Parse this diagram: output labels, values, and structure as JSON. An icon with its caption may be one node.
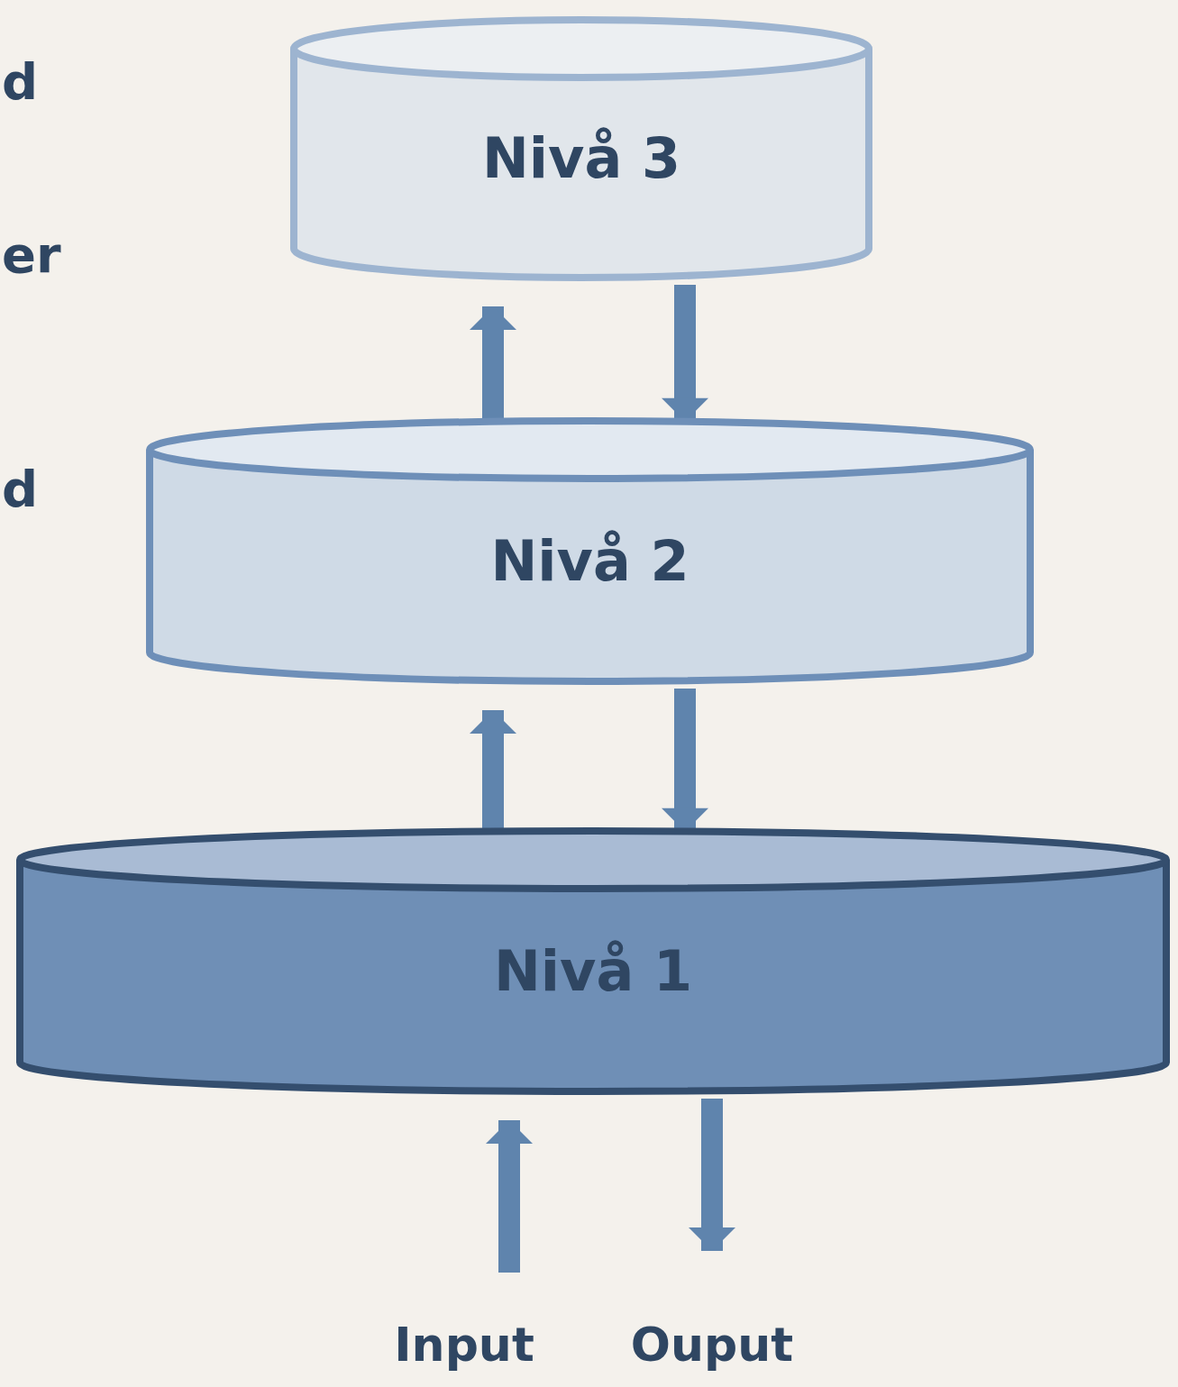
{
  "diagram": {
    "nodes": [
      {
        "text": [
          "Nivå 3"
        ]
      },
      {
        "text": [
          "Nivå 2"
        ]
      },
      {
        "text": [
          "Nivå 1"
        ]
      },
      {
        "text": [
          "Input"
        ]
      },
      {
        "text": [
          "Ouput"
        ]
      }
    ],
    "edges": [
      {
        "from": 3,
        "to": 2,
        "arrow": "to"
      },
      {
        "from": 2,
        "to": 4,
        "arrow": "to"
      },
      {
        "from": 2,
        "to": 1,
        "arrow": "to"
      },
      {
        "from": 1,
        "to": 2,
        "arrow": "to"
      },
      {
        "from": 1,
        "to": 0,
        "arrow": "to"
      },
      {
        "from": 0,
        "to": 1,
        "arrow": "to"
      }
    ],
    "labels": [
      "d",
      "er",
      "d"
    ]
  }
}
